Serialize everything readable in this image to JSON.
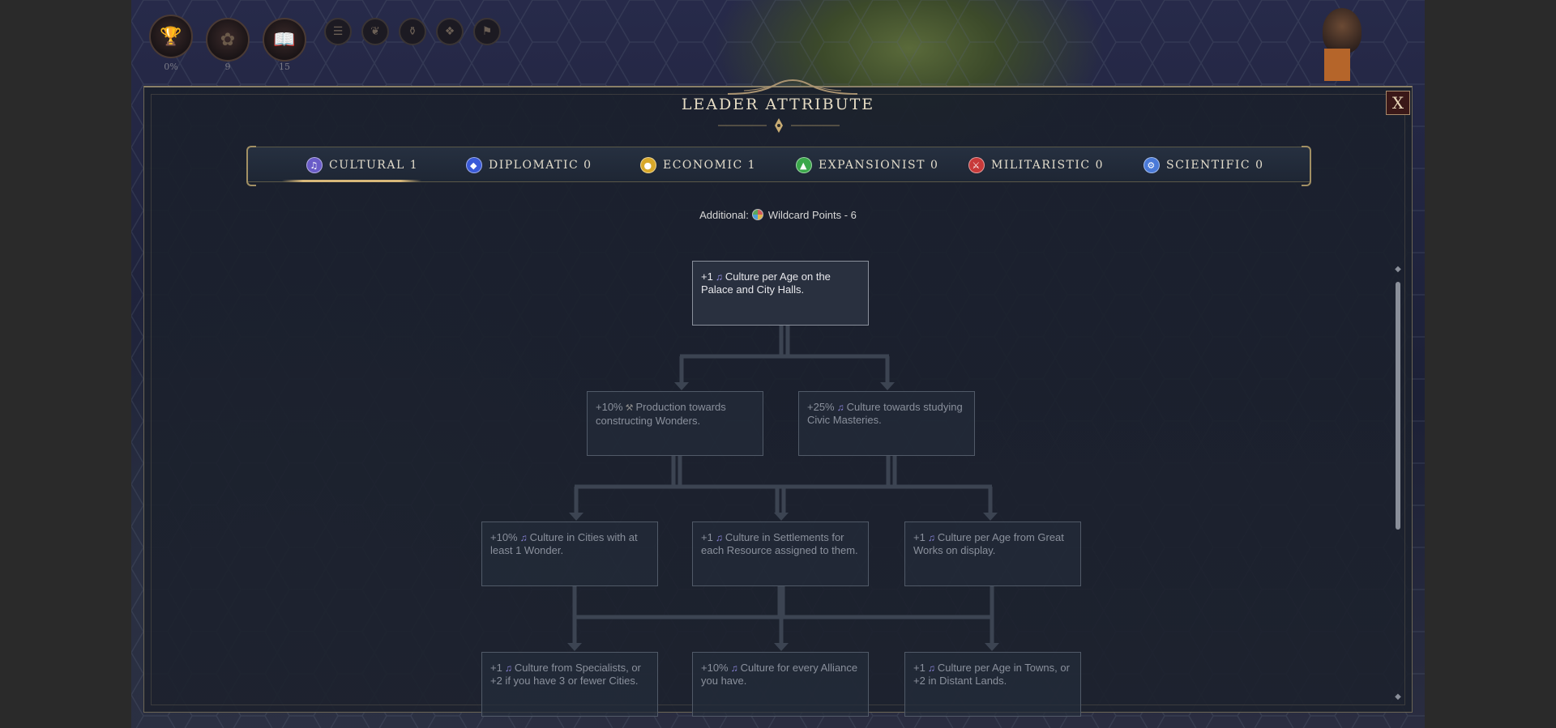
{
  "hud": {
    "stats": [
      {
        "icon": "trophy-icon",
        "value": "0%"
      },
      {
        "icon": "flower-icon",
        "value": "9"
      },
      {
        "icon": "book-icon",
        "value": "15"
      }
    ],
    "small_icons": [
      "scroll-icon",
      "leaf-icon",
      "vase-icon",
      "dove-icon",
      "lock-icon"
    ]
  },
  "modal": {
    "title": "LEADER ATTRIBUTE",
    "close_label": "X",
    "tabs": [
      {
        "label": "CULTURAL 1",
        "icon": "cultural-icon",
        "color": "#6a5cc8",
        "active": true
      },
      {
        "label": "DIPLOMATIC 0",
        "icon": "diplomatic-icon",
        "color": "#3a5ad8",
        "active": false
      },
      {
        "label": "ECONOMIC 1",
        "icon": "economic-icon",
        "color": "#d8a82a",
        "active": false
      },
      {
        "label": "EXPANSIONIST 0",
        "icon": "expansionist-icon",
        "color": "#3aa84a",
        "active": false
      },
      {
        "label": "MILITARISTIC 0",
        "icon": "militaristic-icon",
        "color": "#c83a3a",
        "active": false
      },
      {
        "label": "SCIENTIFIC 0",
        "icon": "scientific-icon",
        "color": "#4a7ad8",
        "active": false
      }
    ],
    "additional_label": "Additional:",
    "wildcard_text": "Wildcard Points - 6",
    "nodes": [
      {
        "pre": "+1",
        "icon": "culture",
        "text": "Culture per Age on the Palace and City Halls.",
        "active": true
      },
      {
        "pre": "+10%",
        "icon": "production",
        "text": "Production towards constructing Wonders.",
        "active": false
      },
      {
        "pre": "+25%",
        "icon": "culture",
        "text": "Culture towards studying Civic Masteries.",
        "active": false
      },
      {
        "pre": "+10%",
        "icon": "culture",
        "text": "Culture in Cities with at least 1 Wonder.",
        "active": false
      },
      {
        "pre": "+1",
        "icon": "culture",
        "text": "Culture in Settlements for each Resource assigned to them.",
        "active": false
      },
      {
        "pre": "+1",
        "icon": "culture",
        "text": "Culture per Age from Great Works on display.",
        "active": false
      },
      {
        "pre": "+1",
        "icon": "culture",
        "text": "Culture from Specialists, or +2 if you have 3 or fewer Cities.",
        "active": false
      },
      {
        "pre": "+10%",
        "icon": "culture",
        "text": "Culture for every Alliance you have.",
        "active": false
      },
      {
        "pre": "+1",
        "icon": "culture",
        "text": "Culture per Age in Towns, or +2 in Distant Lands.",
        "active": false
      }
    ]
  },
  "colors": {
    "accent_gold": "#d8b87a",
    "panel_bg": "#1c212d",
    "line": "#3c4452"
  }
}
